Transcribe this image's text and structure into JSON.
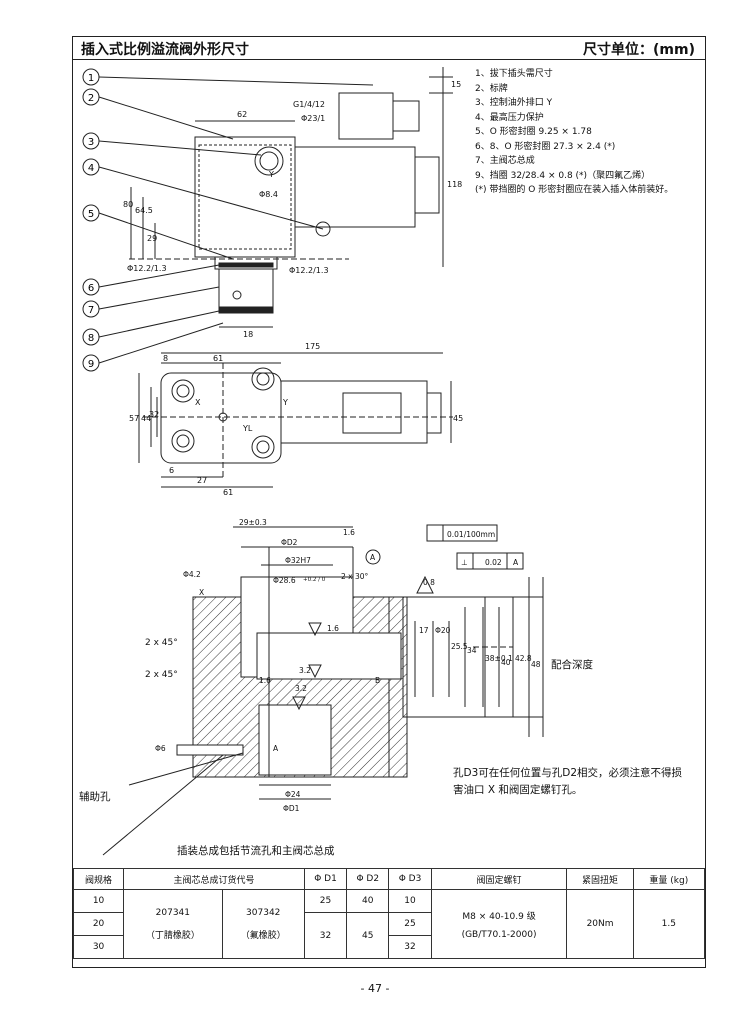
{
  "header": {
    "title": "插入式比例溢流阀外形尺寸",
    "unit": "尺寸单位：(mm)"
  },
  "legend": [
    "1、拔下插头需尺寸",
    "2、标牌",
    "3、控制油外排口 Y",
    "4、最高压力保护",
    "5、O 形密封圈 9.25 × 1.78",
    "6、8、O 形密封圈 27.3 × 2.4 (*)",
    "7、主阀芯总成",
    "9、挡圈 32/28.4 × 0.8 (*)（聚四氟乙烯）",
    "(*) 带挡圈的 O 形密封圈应在装入插入体前装好。"
  ],
  "callouts": [
    "1",
    "2",
    "3",
    "4",
    "5",
    "6",
    "7",
    "8",
    "9"
  ],
  "top_view_dims": {
    "d15": "15",
    "d62": "62",
    "g_thread": "G1/4/12",
    "phi23": "Φ23/1",
    "y": "Y",
    "phi84": "Φ8.4",
    "d80": "80",
    "d645": "64.5",
    "d29": "29",
    "d118": "118",
    "phi122_left": "Φ12.2/1.3",
    "phi122_right": "Φ12.2/1.3",
    "d18": "18"
  },
  "plan_view_dims": {
    "d175": "175",
    "d8": "8",
    "d61_top": "61",
    "d57": "57",
    "d44": "44",
    "d32": "32",
    "d45": "45",
    "d6": "6",
    "d27": "27",
    "d61_bot": "61",
    "x": "X",
    "y": "Y",
    "yl": "YL"
  },
  "section_dims": {
    "d29": "29±0.3",
    "phid2": "ΦD2",
    "phi32h7": "Φ32H7",
    "phi286": "Φ28.6",
    "tol": "+0.2 / 0",
    "r16_top": "1.6",
    "chamfer30": "2 x 30°",
    "phi42": "Φ4.2",
    "x": "X",
    "flatness": "0.01/100mm",
    "perp": "⊥",
    "perp_val": "0.02",
    "perp_ref": "A",
    "r08": "0.8",
    "a_circle": "A",
    "chamfer45a": "2 x 45°",
    "chamfer45b": "2 x 45°",
    "r16_mid": "1.6",
    "r32a": "3.2",
    "r16_low": "1.6",
    "r32b": "3.2",
    "b": "B",
    "d17": "17",
    "phi20": "Φ20",
    "d255": "25.5",
    "d34": "34",
    "d38": "38±0.1",
    "d40": "40",
    "d428": "42.8",
    "d48": "48",
    "phi6": "Φ6",
    "a": "A",
    "phi24": "Φ24",
    "phid1": "ΦD1"
  },
  "labels": {
    "depth": "配合深度",
    "aux_hole": "辅助孔",
    "assembly": "插装总成包括节流孔和主阀芯总成",
    "note_line1": "孔D3可在任何位置与孔D2相交，必须注意不得损",
    "note_line2": "害油口 X 和阀固定螺钉孔。"
  },
  "table": {
    "headers": [
      "阀规格",
      "主阀芯总成订货代号",
      "Φ D1",
      "Φ D2",
      "Φ D3",
      "阀固定螺钉",
      "紧固扭矩",
      "重量 (kg)"
    ],
    "sizes": [
      "10",
      "20",
      "30"
    ],
    "code_a": "207341",
    "code_a_note": "（丁腈橡胶）",
    "code_b": "307342",
    "code_b_note": "（氟橡胶）",
    "d1": [
      "25",
      "32"
    ],
    "d2": [
      "40",
      "45"
    ],
    "d3": [
      "10",
      "25",
      "32"
    ],
    "screw": "M8 × 40-10.9 级",
    "screw_std": "(GB/T70.1-2000)",
    "torque": "20Nm",
    "weight": "1.5"
  },
  "page_number": "- 47 -"
}
